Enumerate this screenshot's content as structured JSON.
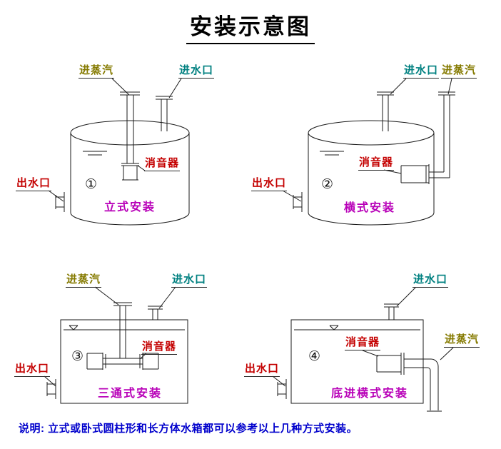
{
  "title": "安装示意图",
  "note": "说明: 立式或卧式圆柱形和长方体水箱都可以参考以上几种方式安装。",
  "colors": {
    "steam_label": "#857a00",
    "water_inlet_label": "#008080",
    "outlet_and_muffler_label": "#c40000",
    "install_name_label": "#b800b8",
    "note_text": "#0000cc",
    "drawing_line": "#1a1a1a"
  },
  "diagrams": [
    {
      "number": "①",
      "install_name": "立式安装",
      "labels": {
        "steam_inlet": "进蒸汽",
        "water_inlet": "进水口",
        "muffler": "消音器",
        "water_outlet": "出水口"
      }
    },
    {
      "number": "②",
      "install_name": "横式安装",
      "labels": {
        "steam_inlet": "进蒸汽",
        "water_inlet": "进水口",
        "muffler": "消音器",
        "water_outlet": "出水口"
      }
    },
    {
      "number": "③",
      "install_name": "三通式安装",
      "labels": {
        "steam_inlet": "进蒸汽",
        "water_inlet": "进水口",
        "muffler": "消音器",
        "water_outlet": "出水口"
      }
    },
    {
      "number": "④",
      "install_name": "底进横式安装",
      "labels": {
        "steam_inlet": "进蒸汽",
        "water_inlet": "进水口",
        "muffler": "消音器",
        "water_outlet": "出水口"
      }
    }
  ]
}
